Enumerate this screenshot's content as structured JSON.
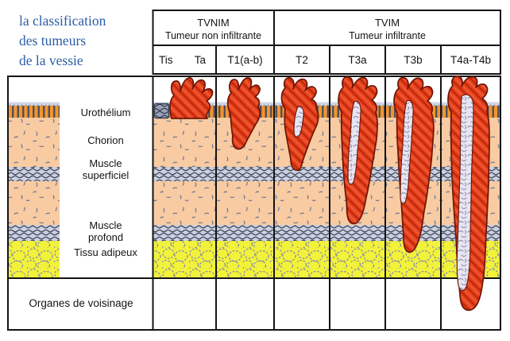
{
  "title": "la classification\ndes tumeurs\nde la vessie",
  "header": {
    "tvnim": {
      "title": "TVNIM",
      "subtitle": "Tumeur non infiltrante"
    },
    "tvim": {
      "title": "TVIM",
      "subtitle": "Tumeur infiltrante"
    },
    "stages": {
      "tis": "Tis",
      "ta": "Ta",
      "t1": "T1(a-b)",
      "t2": "T2",
      "t3a": "T3a",
      "t3b": "T3b",
      "t4": "T4a-T4b"
    }
  },
  "layers": {
    "urothelium": "Urothélium",
    "chorion": "Chorion",
    "muscle_superficiel": "Muscle\nsuperficiel",
    "muscle_profond": "Muscle\nprofond",
    "tissu_adipeux": "Tissu adipeux",
    "organes": "Organes de voisinage"
  },
  "colors": {
    "title_blue": "#2b5da5",
    "line_black": "#141414",
    "tumor_red": "#e8431f",
    "tumor_hatch_dark": "#c1270a",
    "tumor_outline": "#701808",
    "tumor_core": "#e7e5f1",
    "urothelium_orange": "#f2952f",
    "chorion_peach": "#f8cba2",
    "muscle_gray_blue": "#cbd0e0",
    "fat_yellow": "#f3f23a"
  }
}
